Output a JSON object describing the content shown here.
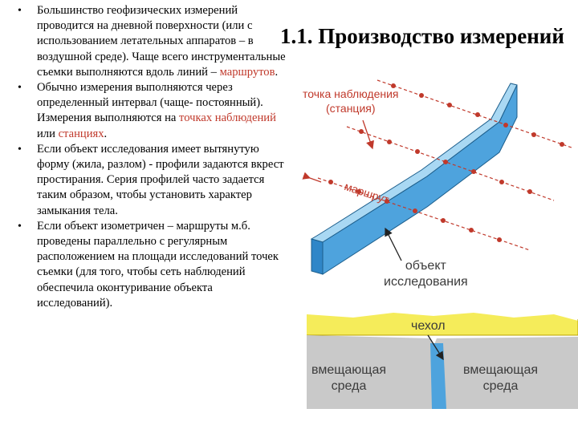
{
  "title": "1.1. Производство измерений",
  "bullets": [
    {
      "pre": "Большинство геофизических измерений проводится на дневной поверхности (или с использованием летательных аппаратов – в воздушной среде). Чаще всего инструментальные съемки выполняются вдоль линий – ",
      "hl1": "маршрутов",
      "mid": ".",
      "hl2": "",
      "post": ""
    },
    {
      "pre": "Обычно измерения выполняются через определенный интервал (чаще- постоянный). Измерения выполняются на ",
      "hl1": "точках наблюдений",
      "mid": " или ",
      "hl2": "станциях",
      "post": "."
    },
    {
      "pre": "Если объект исследования имеет вытянутую форму (жила, разлом) - профили задаются вкрест простирания. Серия профилей часто задается таким образом, чтобы установить характер замыкания тела.",
      "hl1": "",
      "mid": "",
      "hl2": "",
      "post": ""
    },
    {
      "pre": "Если объект изометричен – маршруты м.б. проведены параллельно с регулярным расположением на площади исследований точек съемки (для того, чтобы сеть наблюдений обеспечила оконтуривание объекта исследований).",
      "hl1": "",
      "mid": "",
      "hl2": "",
      "post": ""
    }
  ],
  "diagram": {
    "station_label_line1": "точка наблюдения",
    "station_label_line2": "(станция)",
    "route_label": "маршрут",
    "object_label_line1": "объект",
    "object_label_line2": "исследования",
    "cover_label": "чехол",
    "host_left_line1": "вмещающая",
    "host_left_line2": "среда",
    "host_right_line1": "вмещающая",
    "host_right_line2": "среда",
    "colors": {
      "accent_red": "#c0392b",
      "body_blue": "#4ea3dd",
      "cover_yellow": "#f5ec5a",
      "host_gray": "#c9c9c9",
      "label_text": "#3b3b3b"
    }
  }
}
